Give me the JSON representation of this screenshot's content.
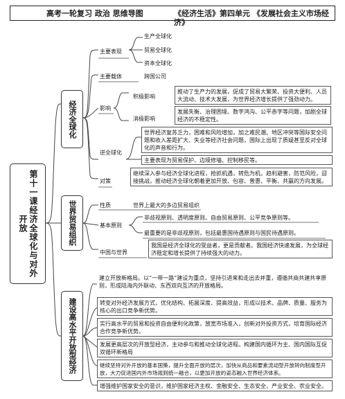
{
  "header": {
    "left_title": "高考一轮复习  政治  思维导图",
    "right_title": "《经济生活》第四单元 《发展社会主义市场经济》"
  },
  "central": {
    "text": "第十一课经济全球化与对外开放"
  },
  "section1": {
    "title": "经济全球化",
    "main_forms": {
      "label": "主要表现",
      "items": [
        "生产全球化",
        "贸易全球化",
        "资本全球化"
      ]
    },
    "main_carrier": {
      "label": "主要载体",
      "value": "跨国公司"
    },
    "impact": {
      "label": "影响",
      "positive": {
        "label": "积极影响",
        "text": "推动了生产力的发展，促成了贸易大繁荣、投资大便利、人员大流动、技术大发展，为世界经济增长提供了强劲动力。"
      },
      "negative": {
        "label": "消极影响",
        "text": "发展失衡、治理困境、数字鸿沟、公平赤字等问题，加剧全球经济的不稳定性。"
      }
    },
    "counter": {
      "label": "逆全球化",
      "text1": "世界经济复苏乏力，困难和风险增加，加之难民潮、地区冲突等国际安全问题和收入差距扩大、失业等经济社会问题，国际上出现了质疑甚至反对全球化的声音和行为。",
      "text2": "主要表现为贸易保护、边境修墙、控制移民等。"
    },
    "response": {
      "label": "对策",
      "text": "继续深入参与经济全球化进程，抢抓机遇，转危为机，趋利避害，防范风险，迎接挑战，推动经济全球化朝着更加开放、包容、普惠、平衡、共赢的方向发展。"
    }
  },
  "section2": {
    "title": "世界贸易组织",
    "nature": {
      "label": "性质",
      "value": "世界上最大的多边贸易组织"
    },
    "principles": {
      "label": "基本原则",
      "line1": "非歧视原则、透明度原则、自由贸易原则、公平竞争原则等。",
      "line2": "最重要的是非歧视原则，包括最惠国待遇原则与国民待遇原则。"
    },
    "china": {
      "label": "中国与世界",
      "text": "我国是经济全球化的受益者，更是贡献者。我国经济快速发展，为全球经济稳定和增长提供了持续强大的动力。"
    }
  },
  "section3": {
    "title": "建设高水平开放型经济",
    "items": [
      "建立开放新格局。以“一带一路”建设为重点，坚持引进来和走出去并重，遵循共商共建共享原则，形成陆海内外联动、东西双向互济的开放格局。",
      "转变对外经济发展方式，优化结构、拓展深度、提高效益，形成以技术、品牌、质量、服务为核心的出口竞争新优势。",
      "实行高水平的贸易和投资自由便利化政策，放宽市场准入，创新对外投资方式，培育国际经济合作竞争新优势。",
      "发展更高层次的开放型经济，主动参与和推动全球化进程。构建国内循环为主、国内国际互促双循环新格局",
      "继续坚持对外开放的基本国策，提升全面开放的层次，加快从商品和要素流动型开放转向制度型开放，大力促进国内外市场规则统一融合，以更加开放的姿态融入世界经济体系。",
      "增强维护国家安全的意识，维护国家经济主权、金融安全、生态安全、产业安全、农业安全。"
    ]
  }
}
